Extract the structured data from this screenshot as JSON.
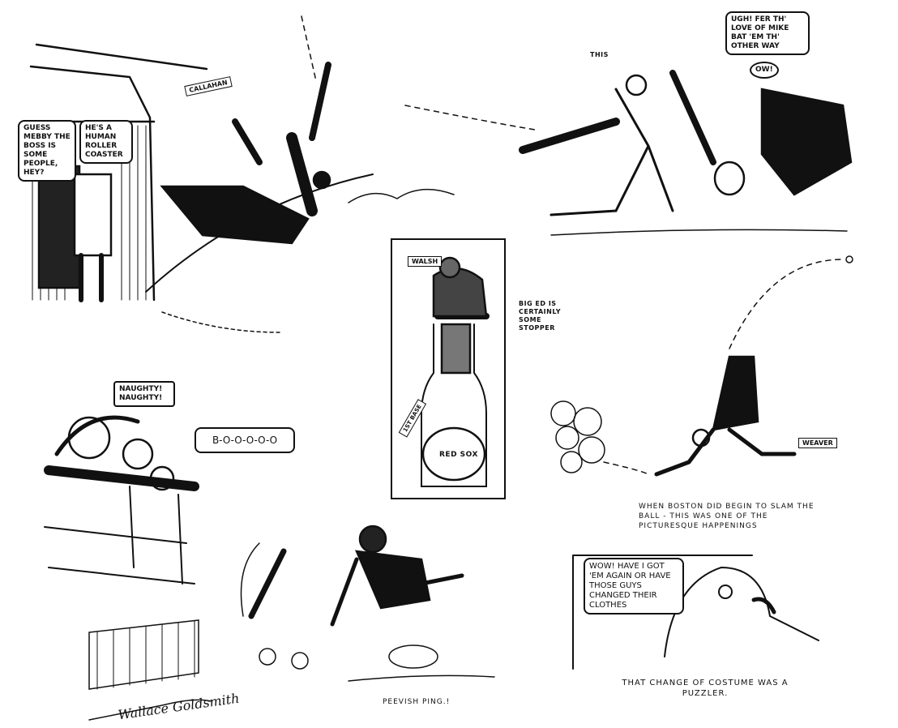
{
  "panels": {
    "callahan": {
      "speech_left": "Guess mebby the boss is some people, hey?",
      "speech_right": "He's a human roller coaster",
      "label": "Callahan"
    },
    "batter": {
      "label": "This",
      "speech": "Ugh! Fer th' love of Mike bat 'em th' other way",
      "ow": "Ow!"
    },
    "walsh": {
      "label": "Walsh",
      "caption": "Big Ed is certainly some stopper",
      "sign": "1st base",
      "bag_text": "Red Sox"
    },
    "crowd": {
      "speech": "Naughty! Naughty!",
      "boo": "B-o-o-o-o-o"
    },
    "weaver": {
      "label": "Weaver",
      "caption": "When Boston did begin to slam the ball - this was one of the picturesque happenings"
    },
    "ping": {
      "caption": "Peevish Ping.!"
    },
    "puzzler": {
      "speech": "Wow! Have I got 'em again or have those guys changed their clothes",
      "caption": "That change of costume was a puzzler."
    }
  },
  "signature": "Wallace Goldsmith"
}
